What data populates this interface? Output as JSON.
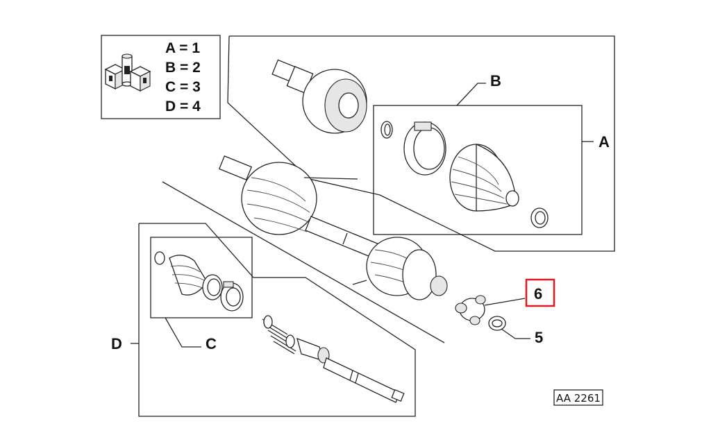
{
  "legend": {
    "rows": [
      {
        "text": "A = 1"
      },
      {
        "text": "B = 2"
      },
      {
        "text": "C = 3"
      },
      {
        "text": "D = 4"
      }
    ]
  },
  "callouts": {
    "A": "A",
    "B": "B",
    "C": "C",
    "D": "D",
    "part_6": "6",
    "part_5": "5"
  },
  "highlight_color": "#e0191e",
  "reference_code": "AA 2261",
  "icons": [
    "kit-boxes-icon"
  ]
}
